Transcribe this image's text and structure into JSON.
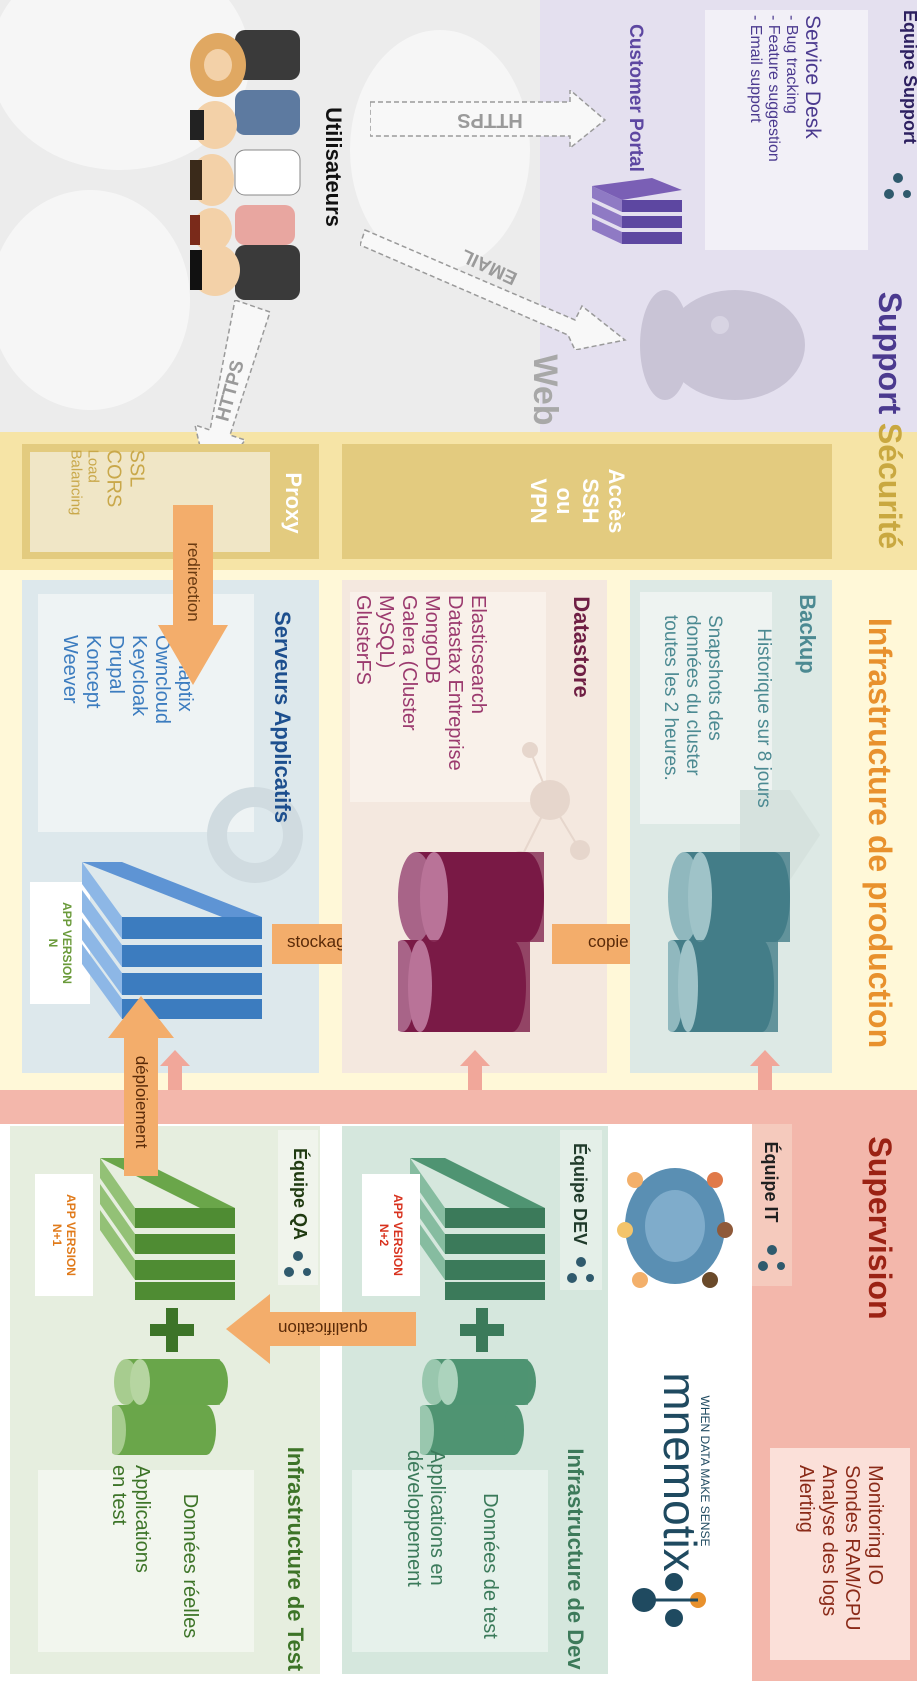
{
  "colors": {
    "web_bg": "#ececec",
    "support_bg": "#e4e0ef",
    "security_bg": "#f6e4a6",
    "prod_bg": "#fff8d8",
    "supervision_bg": "#f3b7ab",
    "test_bg": "#e6eedf",
    "dev_bg": "#d5e7dd",
    "orange_arrow": "#f3ad6b",
    "title_orange": "#e8912d",
    "blue_title": "#1d4f8e",
    "datastore_title": "#6f1f44",
    "backup_title": "#4c8a92",
    "supervision_title": "#9b2214",
    "support_title": "#4b3a8f",
    "test_title": "#3d7428",
    "dev_title": "#3d7a5a"
  },
  "web": {
    "label": "Web",
    "users_label": "Utilisateurs"
  },
  "arrows": {
    "https_down": "HTTPS",
    "https_right": "HTTPS",
    "email": "EMAIL"
  },
  "support": {
    "title": "Support",
    "team": "Équipe Support",
    "customer_portal": "Customer Portal",
    "service_desk_title": "Service Desk",
    "service_desk_items": [
      "- Bug tracking",
      "- Feature suggestion",
      "- Email support"
    ]
  },
  "security": {
    "title": "Sécurité",
    "proxy_label": "Proxy",
    "proxy_items": [
      "SSL",
      "CORS",
      "Load",
      "Balancing"
    ],
    "access_lines": [
      "Accès",
      "SSH",
      "ou",
      "VPN"
    ]
  },
  "production": {
    "title": "Infrastructure de production",
    "app_servers": {
      "title": "Serveurs Applicatifs",
      "apps": [
        "Synaptix",
        "Owncloud",
        "Keycloak",
        "Drupal",
        "Koncept",
        "Weever"
      ],
      "version_label": [
        "APP VERSION",
        "N"
      ]
    },
    "datastore": {
      "title": "Datastore",
      "items": [
        "Elasticsearch",
        "Datastax Entreprise",
        "MongoDB",
        "Galera (Cluster",
        "MySQL)",
        "GlusterFS"
      ]
    },
    "backup": {
      "title": "Backup",
      "lines": [
        "Snapshots des",
        "données du cluster",
        "toutes les 2 heures."
      ],
      "history": "Historique sur 8 jours"
    },
    "arrow_redirection": "redirection",
    "arrow_stockage": "stockage",
    "arrow_copie": "copie"
  },
  "test": {
    "title": "Infrastructure de Test",
    "team": "Équipe QA",
    "lines": [
      "Applications",
      "en test"
    ],
    "data_line": "Données réelles",
    "version_label": [
      "APP VERSION",
      "N+1"
    ],
    "arrow_deploy": "déploiement",
    "arrow_qualif": "qualification"
  },
  "dev": {
    "title": "Infrastructure de Dev",
    "team": "Équipe DEV",
    "lines": [
      "Applications en",
      "développement"
    ],
    "data_line": "Données de test",
    "version_label": [
      "APP VERSION",
      "N+2"
    ]
  },
  "supervision": {
    "title": "Supervision",
    "team": "Équipe IT",
    "items": [
      "Monitoring IO",
      "Sondes RAM/CPU",
      "Analyse des logs",
      "Alerting"
    ]
  },
  "brand": {
    "name": "mnemotix",
    "tagline": "WHEN DATA MAKE SENSE"
  }
}
